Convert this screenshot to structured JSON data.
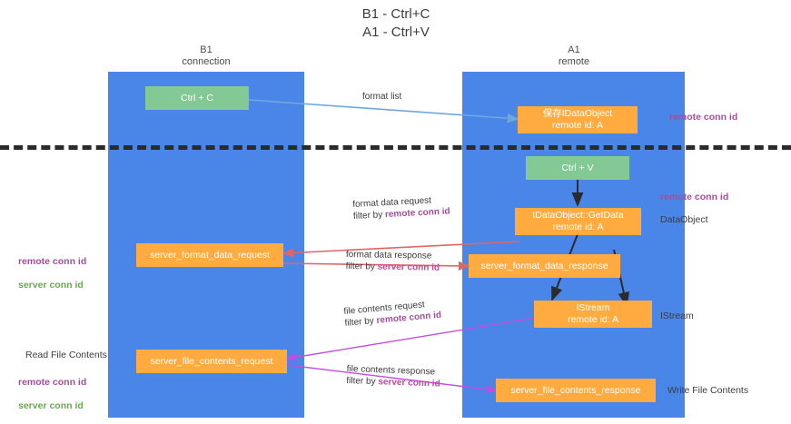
{
  "title": "B1 - Ctrl+C\nA1 - Ctrl+V",
  "colors": {
    "lane": "#4a86e8",
    "orange": "#ffab40",
    "green": "#82c995",
    "purple": "#a64d9a",
    "green_text": "#6aa84f",
    "pink": "#c2489a",
    "blue_arrow": "#6fa8dc",
    "red_arrow": "#e06666",
    "magenta_arrow": "#c24de0",
    "black": "#2b2b2b"
  },
  "columns": [
    {
      "id": "b1",
      "title": "B1\nconnection"
    },
    {
      "id": "a1",
      "title": "A1\nremote"
    }
  ],
  "nodes": [
    {
      "id": "ctrl-c",
      "label": "Ctrl + C",
      "color": "green"
    },
    {
      "id": "save-idataobject",
      "label": "保存IDataObject\nremote id: A",
      "color": "orange"
    },
    {
      "id": "ctrl-v",
      "label": "Ctrl + V",
      "color": "green"
    },
    {
      "id": "getdata",
      "label": "IDataObject::GetData\nremote id: A",
      "color": "orange"
    },
    {
      "id": "server-format-data-request",
      "label": "server_format_data_request",
      "color": "orange"
    },
    {
      "id": "server-format-data-response",
      "label": "server_format_data_response",
      "color": "orange"
    },
    {
      "id": "istream",
      "label": "IStream\nremote id: A",
      "color": "orange"
    },
    {
      "id": "server-file-contents-request",
      "label": "server_file_contents_request",
      "color": "orange"
    },
    {
      "id": "server-file-contents-response",
      "label": "server_file_contents_response",
      "color": "orange"
    }
  ],
  "edge_labels": [
    {
      "id": "format-list",
      "line1": "format list",
      "line2": "",
      "filter_prefix": "",
      "filter_value": ""
    },
    {
      "id": "format-data-request",
      "line1": "format data request",
      "filter_prefix": "filter by ",
      "filter_value": "remote conn id"
    },
    {
      "id": "format-data-response",
      "line1": "format data response",
      "filter_prefix": "filter by ",
      "filter_value": "server conn id"
    },
    {
      "id": "file-contents-request",
      "line1": "file contents request",
      "filter_prefix": "filter by ",
      "filter_value": "remote conn id"
    },
    {
      "id": "file-contents-response",
      "line1": "file contents response",
      "filter_prefix": "filter by ",
      "filter_value": "server conn id"
    }
  ],
  "annotations": {
    "right_remote_conn_id_top": "remote conn id",
    "right_remote_conn_id_mid": "remote conn id",
    "right_dataobject": "DataObject",
    "right_istream": "IStream",
    "right_write_file_contents": "Write File Contents",
    "left_remote_conn_id": "remote conn id",
    "left_server_conn_id": "server conn id",
    "left_read_file_contents": "Read File Contents",
    "left_remote_conn_id_2": "remote conn id",
    "left_server_conn_id_2": "server conn id"
  }
}
